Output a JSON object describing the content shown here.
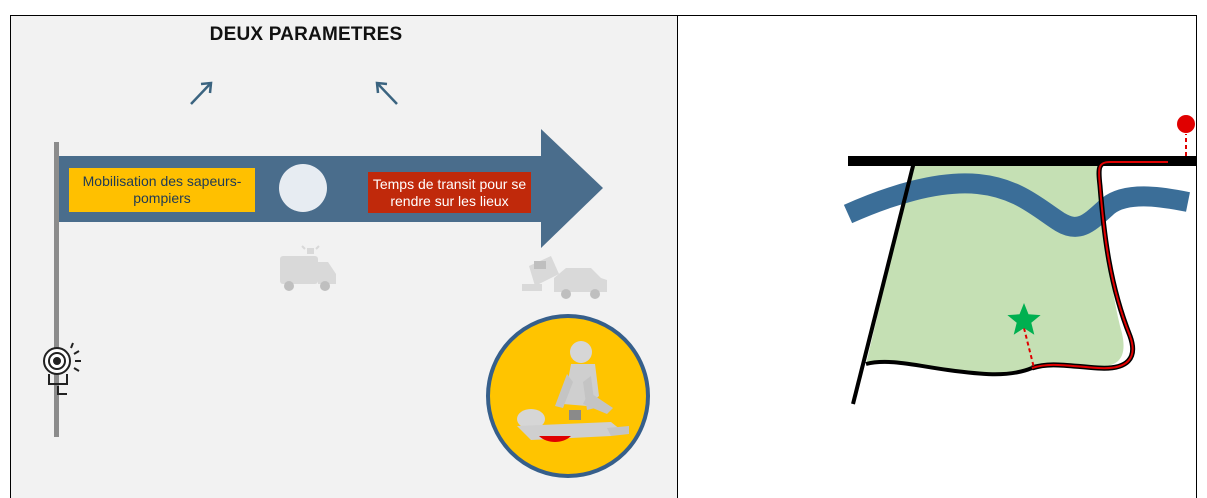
{
  "title": "DEUX PARAMETRES",
  "timeline": {
    "box_left": "Mobilisation des sapeurs-pompiers",
    "box_right": "Temps de transit pour se rendre sur les lieux"
  },
  "colors": {
    "arrow": "#4a6d8c",
    "yellow": "#ffc000",
    "red_box": "#c0290b",
    "map_fill": "#c5e0b4",
    "river": "#3b6e98",
    "route": "#e00000",
    "star": "#00b050"
  },
  "icons": [
    "alarm-siren-icon",
    "ambulance-icon",
    "car-crash-icon",
    "cpr-rescue-icon",
    "up-arrow-icon",
    "location-pin-icon",
    "star-icon"
  ]
}
